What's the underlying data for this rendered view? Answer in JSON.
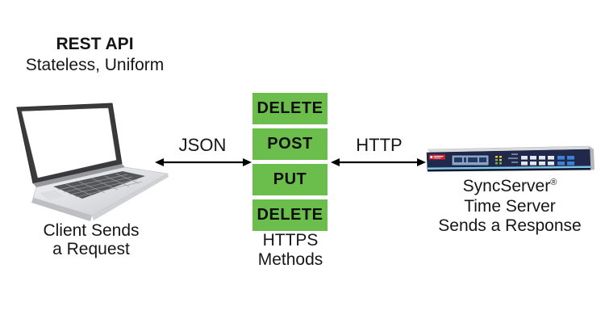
{
  "diagram": {
    "title": {
      "line1": "REST API",
      "line2": "Stateless, Uniform"
    },
    "client": {
      "caption_line1": "Client Sends",
      "caption_line2": "a Request"
    },
    "left_arrow_label": "JSON",
    "right_arrow_label": "HTTP",
    "methods": [
      "DELETE",
      "POST",
      "PUT",
      "DELETE"
    ],
    "methods_caption": {
      "line1": "HTTPS",
      "line2": "Methods"
    },
    "server": {
      "caption_line1": "SyncServer",
      "registered_mark": "®",
      "caption_line2": "Time Server",
      "caption_line3": "Sends a Response"
    },
    "colors": {
      "method_box_green": "#6cbe4c",
      "arrow_black": "#000000",
      "server_panel_navy": "#20294b",
      "server_accent_blue": "#7dc6e8",
      "server_logo_red": "#cf2030",
      "text": "#161616"
    }
  }
}
